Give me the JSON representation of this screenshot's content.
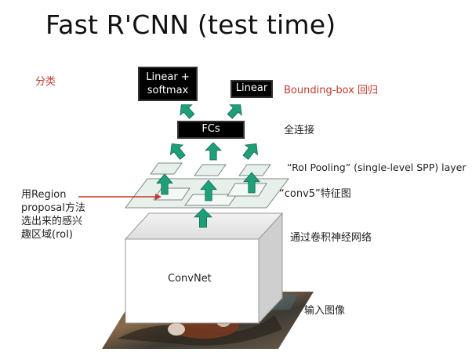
{
  "title": "Fast R'CNN (test time)",
  "labels": {
    "classify": "分类",
    "linear_softmax": "Linear + softmax",
    "linear": "Linear",
    "bbox_regression": "Bounding-box 回归",
    "fcs": "FCs",
    "fully_connected": "全连接",
    "roi_pooling": "“RoI Pooling” (single-level SPP) layer",
    "conv5": "“conv5”特征图",
    "region_proposal": "用Region proposal方法选出来的感兴趣区域(roI)",
    "region_proposal_lines": [
      "用Region",
      "proposal方法",
      "选出来的感兴",
      "趣区域(roI)"
    ],
    "cnn": "通过卷积神经网络",
    "convnet": "ConvNet",
    "input_image": "输入图像"
  },
  "colors": {
    "arrow_fill": "#1f9e7a",
    "arrow_stroke": "#0f6b52",
    "plane_fill": "#e8f0ec",
    "plane_stroke": "#7a8a82",
    "accent_red": "#c0392b",
    "block_bg": "#000000"
  }
}
